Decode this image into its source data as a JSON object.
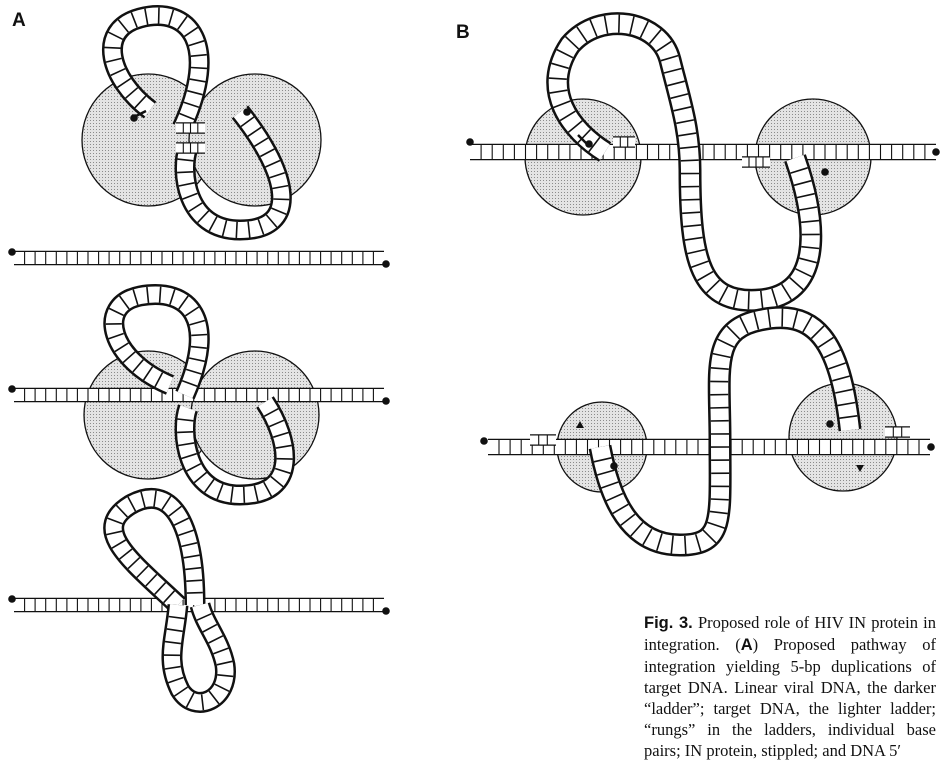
{
  "panels": {
    "a_label": "A",
    "b_label": "B"
  },
  "caption": {
    "figure_number": "Fig. 3.",
    "lead": " Proposed role of HIV IN protein in integration. (",
    "panel_ref": "A",
    "rest": ") Proposed pathway of integration yielding 5-bp duplications of target DNA. Linear viral DNA, the darker “ladder”; target DNA, the lighter ladder; “rungs” in the ladders, individual base pairs; IN protein, stippled; and DNA 5′"
  },
  "colors": {
    "ink": "#111111",
    "stipple_bg": "#e2e2e2",
    "stipple_dot": "#8c8c8c"
  }
}
